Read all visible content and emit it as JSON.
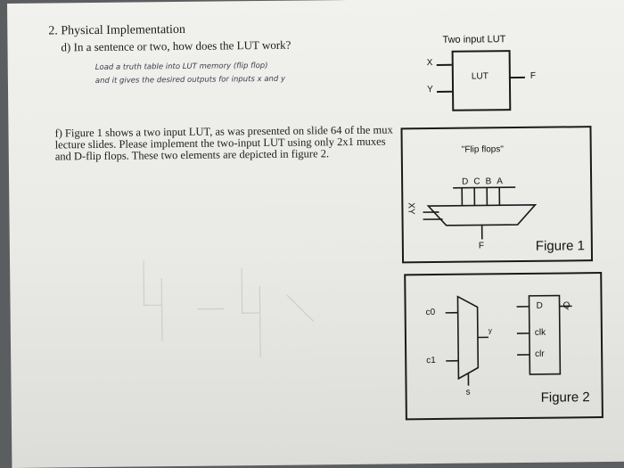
{
  "question": {
    "heading": "2. Physical Implementation",
    "part_d": "d)  In a sentence or two, how does the LUT work?",
    "handwritten_line1": "Load a truth table into LUT memory (flip flop)",
    "handwritten_line2": "and it gives the desired outputs for inputs x and y",
    "part_f": "f) Figure 1 shows a two input LUT, as was presented on slide 64 of the mux lecture slides. Please implement the two-input LUT using only 2x1 muxes and D-flip flops. These two elements are depicted in figure 2."
  },
  "lut_diagram": {
    "title": "Two input LUT",
    "block_label": "LUT",
    "input_x": "X",
    "input_y": "Y",
    "output": "F"
  },
  "figure1": {
    "ff_label": "\"Flip flops\"",
    "letters": [
      "D",
      "C",
      "B",
      "A"
    ],
    "input_x": "X",
    "input_y": "Y",
    "output": "F",
    "caption": "Figure 1"
  },
  "figure2": {
    "mux_in0": "c0",
    "mux_in1": "c1",
    "mux_out": "y",
    "mux_sel": "s",
    "ff_d": "D",
    "ff_q": "Q",
    "ff_clk": "clk",
    "ff_clr": "clr",
    "caption": "Figure 2"
  }
}
